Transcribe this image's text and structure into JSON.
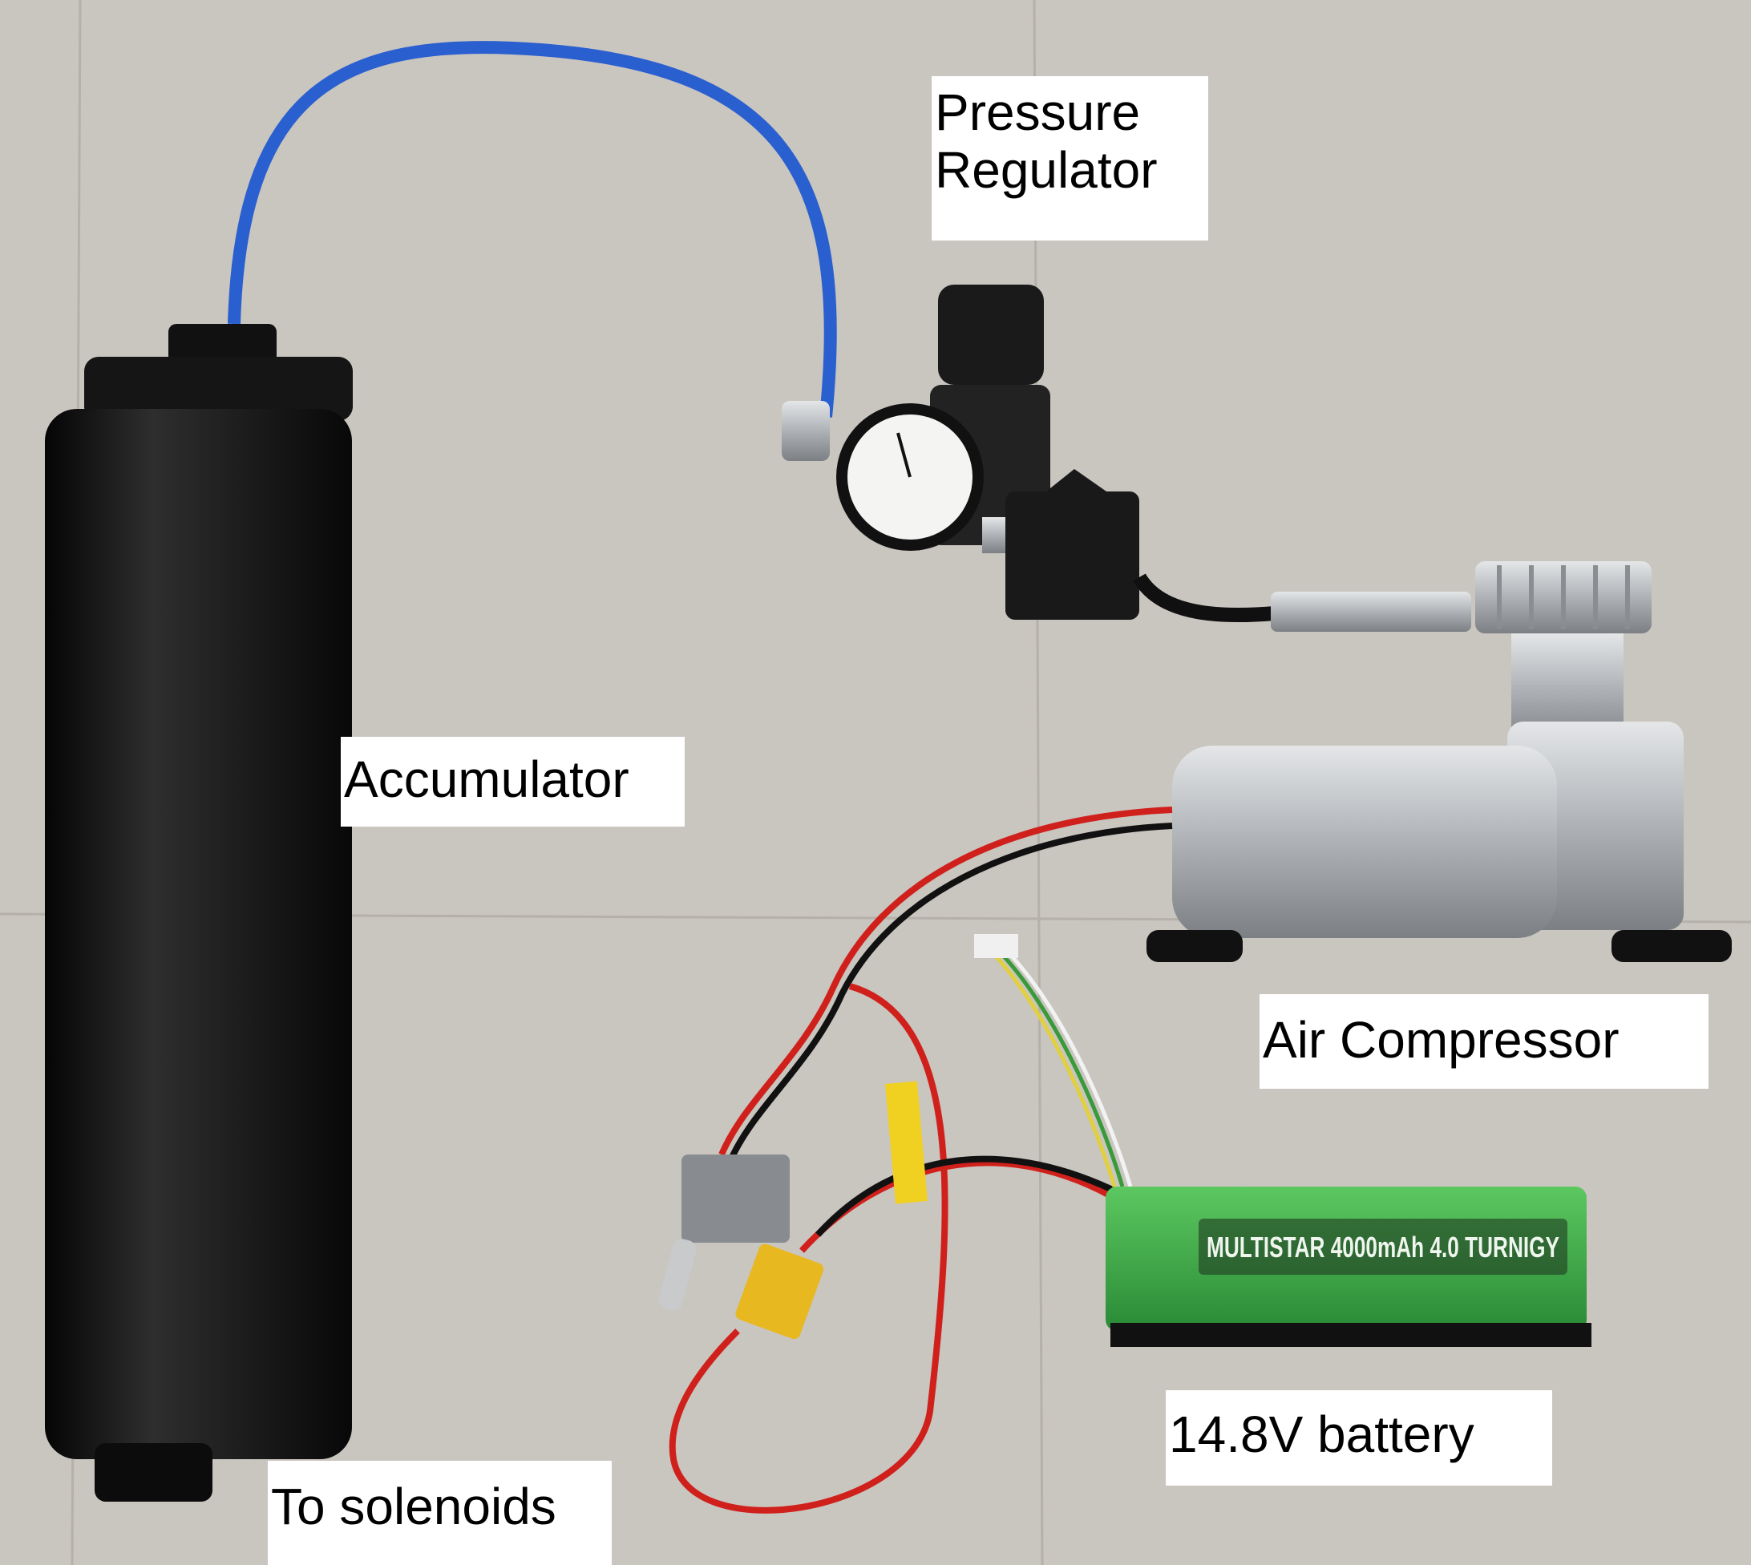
{
  "labels": {
    "pressure_regulator_line1": "Pressure",
    "pressure_regulator_line2": "Regulator",
    "accumulator": "Accumulator",
    "air_compressor": "Air Compressor",
    "battery": "14.8V battery",
    "to_solenoids": "To solenoids"
  },
  "battery_logo_text": "MULTISTAR 4000mAh 4.0 TURNIGY",
  "colors": {
    "floor": "#c9c5bf",
    "hose": "#2a5fd0",
    "accumulator": "#141414",
    "battery": "#3fae4a",
    "compressor": "#b8bcc0",
    "wire_red": "#d0201c"
  }
}
